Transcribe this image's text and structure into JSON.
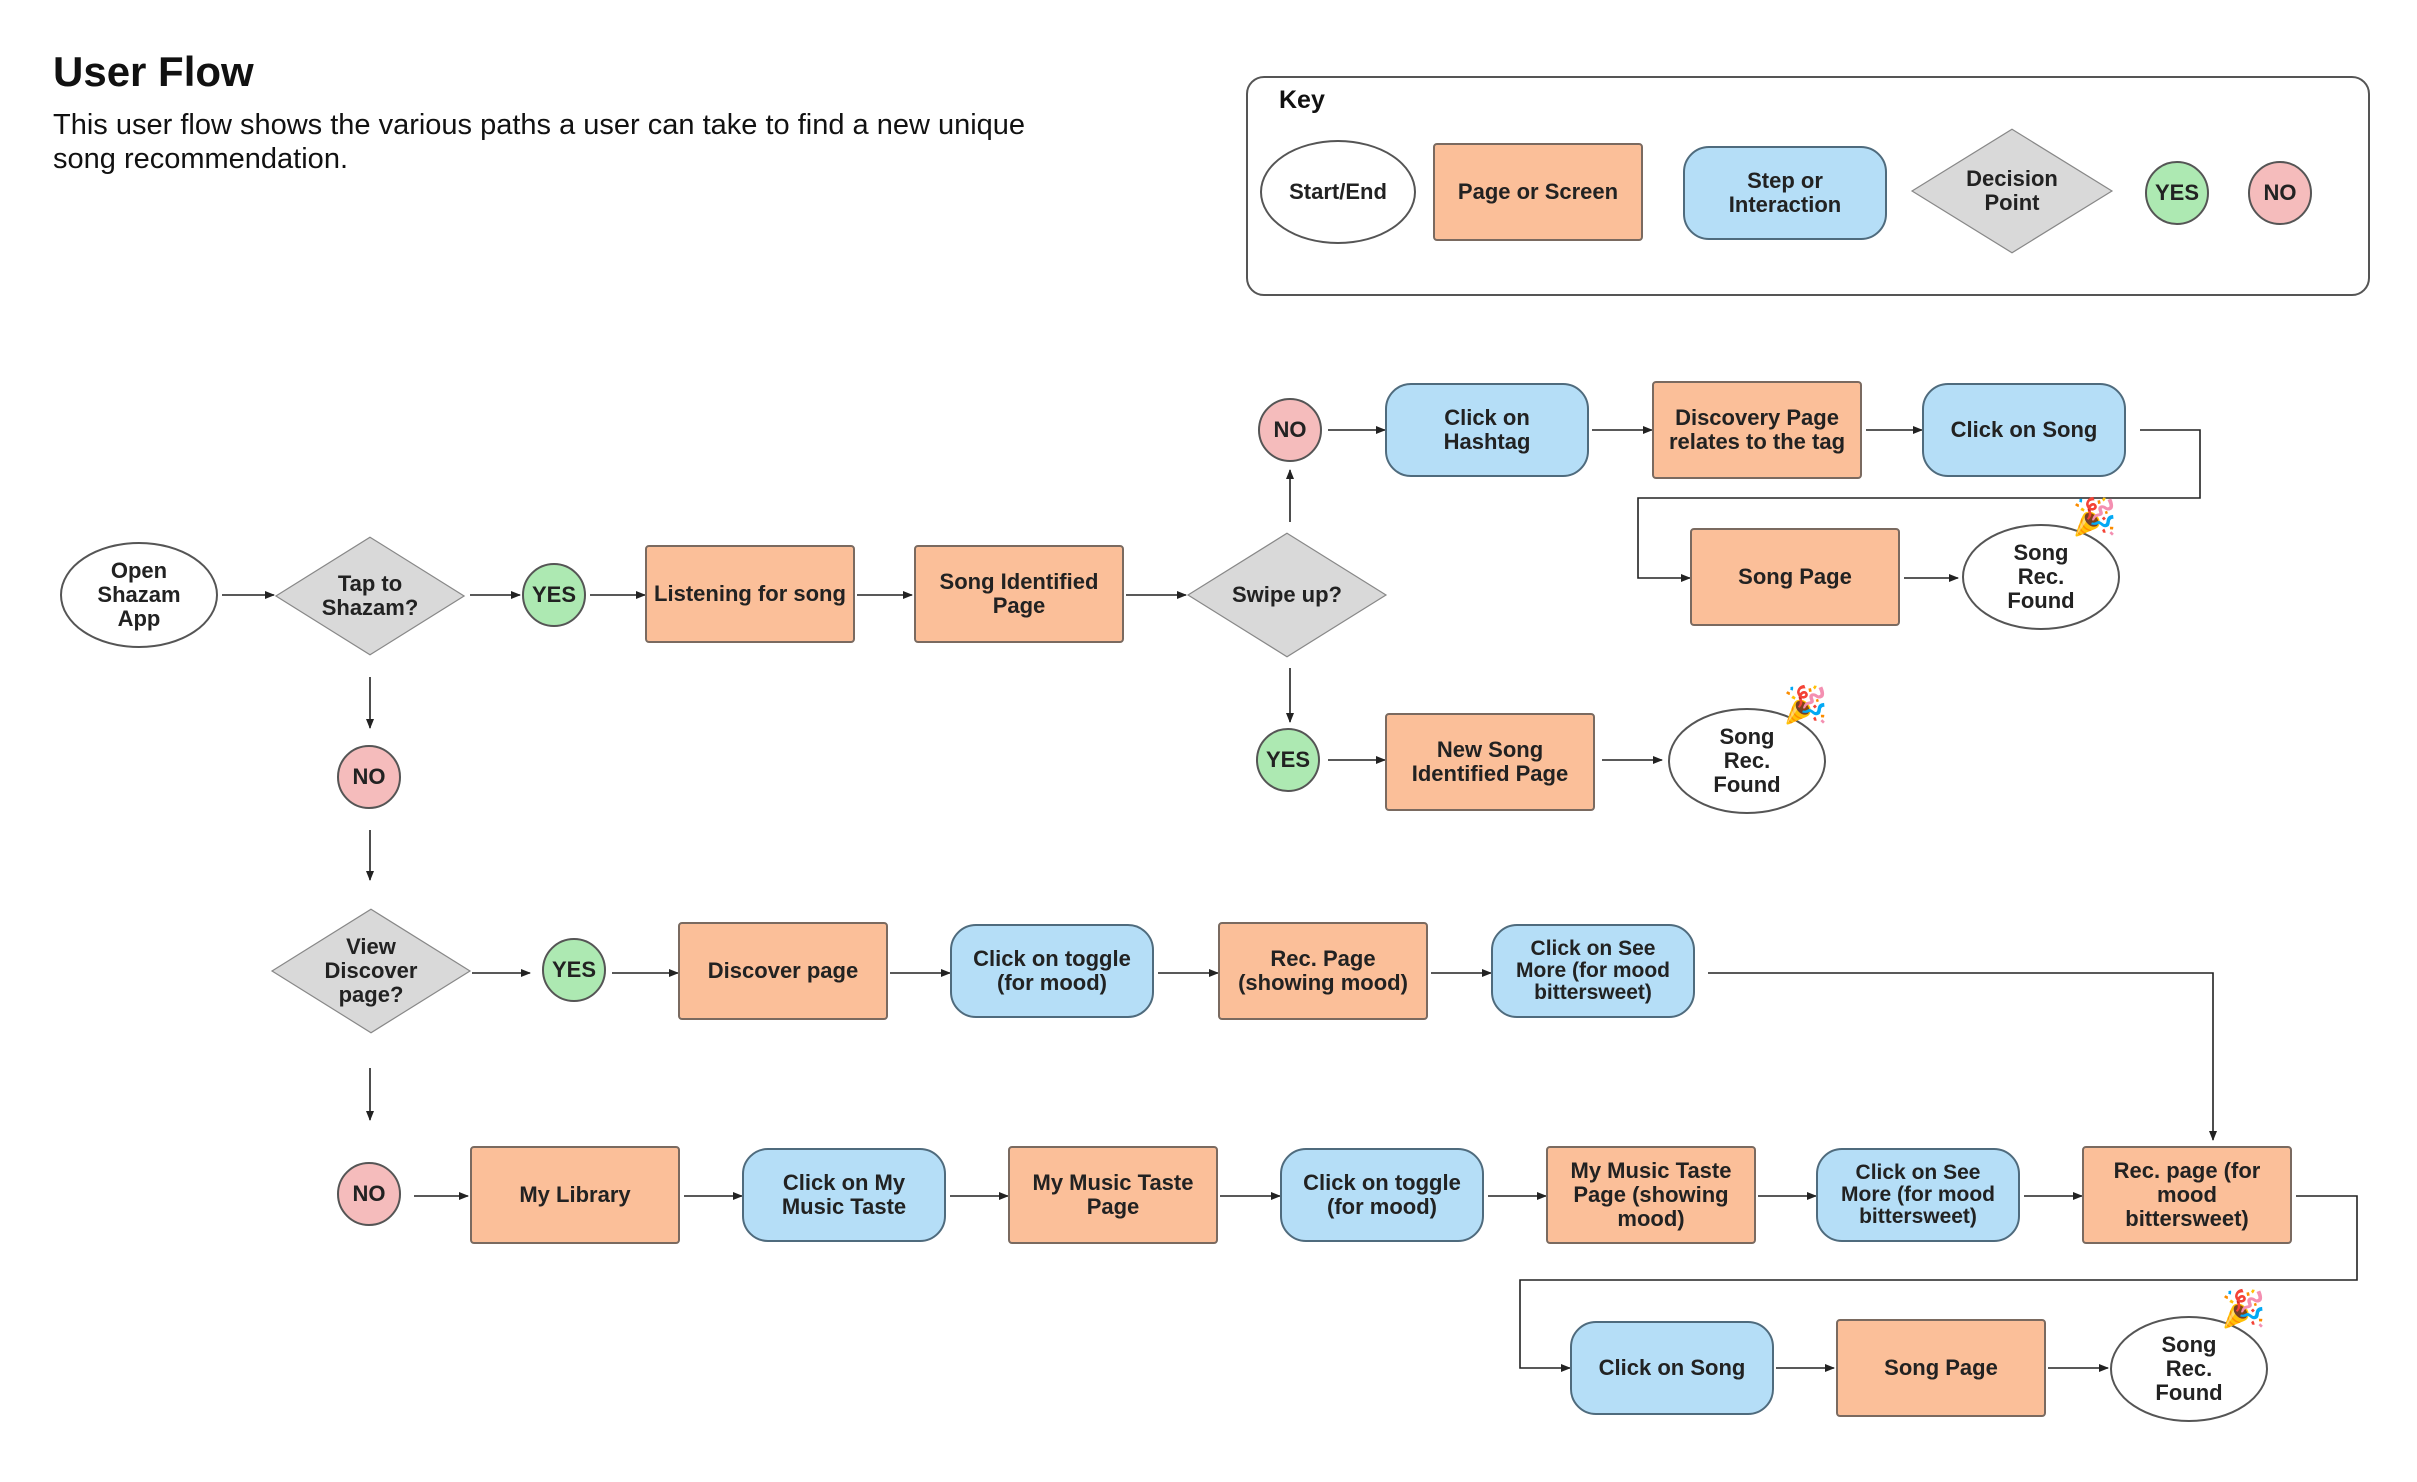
{
  "title": "User Flow",
  "subtitle": "This user flow shows the various paths a user can take to find a new unique song recommendation.",
  "key": {
    "title": "Key",
    "start_end": "Start/End",
    "page": "Page or Screen",
    "step": "Step or Interaction",
    "decision": "Decision Point",
    "yes": "YES",
    "no": "NO"
  },
  "colors": {
    "page": "#fbbf99",
    "step": "#b5def7",
    "decision": "#d9d9d9",
    "yes": "#ade9b2",
    "no": "#f5bcbc"
  },
  "nodes": {
    "open_shazam": "Open Shazam App",
    "tap_to_shazam": "Tap to Shazam?",
    "yes_tap": "YES",
    "listening": "Listening for song",
    "song_identified": "Song Identified Page",
    "swipe_up": "Swipe up?",
    "no_swipe": "NO",
    "click_hashtag": "Click on Hashtag",
    "discovery_tag": "Discovery Page relates to the tag",
    "click_song_top": "Click on Song",
    "song_page_top": "Song Page",
    "rec_found_top": "Song Rec. Found",
    "yes_swipe": "YES",
    "new_song_identified": "New Song Identified Page",
    "rec_found_mid": "Song Rec. Found",
    "no_tap": "NO",
    "view_discover": "View Discover page?",
    "yes_discover": "YES",
    "discover_page": "Discover page",
    "click_toggle_1": "Click on toggle (for mood)",
    "rec_page_mood": "Rec.  Page (showing mood)",
    "see_more_1": "Click on See More (for mood bittersweet)",
    "no_discover": "NO",
    "my_library": "My Library",
    "click_music_taste": "Click on My Music Taste",
    "music_taste_page": "My Music Taste Page",
    "click_toggle_2": "Click on toggle (for mood)",
    "music_taste_mood": "My Music Taste Page (showing mood)",
    "see_more_2": "Click on See More (for mood bittersweet)",
    "rec_page_bitter": "Rec. page (for mood bittersweet)",
    "click_song_bottom": "Click on Song",
    "song_page_bottom": "Song Page",
    "rec_found_bottom": "Song Rec. Found"
  }
}
